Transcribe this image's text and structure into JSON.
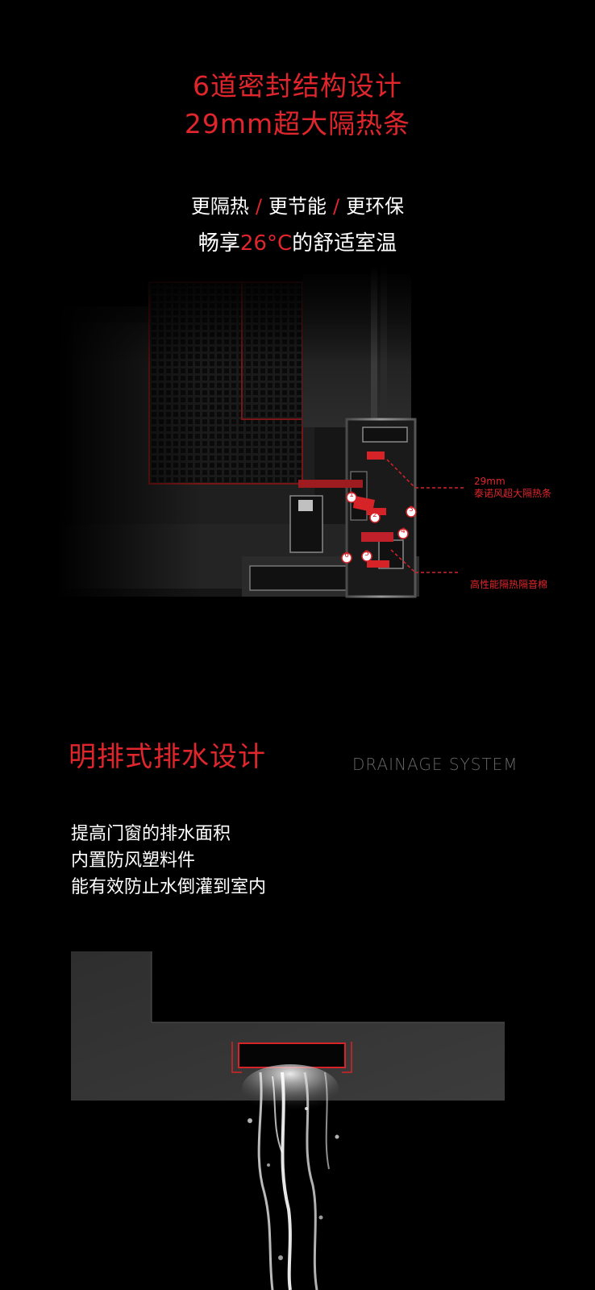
{
  "section1": {
    "title_line1": "6道密封结构设计",
    "title_line2": "29mm超大隔热条",
    "features": [
      "更隔热",
      "更节能",
      "更环保"
    ],
    "tagline_prefix": "畅享",
    "tagline_highlight": "26°C",
    "tagline_suffix": "的舒适室温",
    "callout_top_line1": "29mm",
    "callout_top_line2": "泰诺风超大隔热条",
    "callout_bottom": "高性能隔热隔音棉",
    "seal_numbers": [
      "1",
      "2",
      "3",
      "4",
      "5",
      "6"
    ]
  },
  "section2": {
    "title": "明排式排水设计",
    "title_en": "DRAINAGE SYSTEM",
    "lines": [
      "提高门窗的排水面积",
      "内置防风塑料件",
      "能有效防止水倒灌到室内"
    ]
  },
  "colors": {
    "accent": "#e0262c",
    "background": "#000000"
  }
}
